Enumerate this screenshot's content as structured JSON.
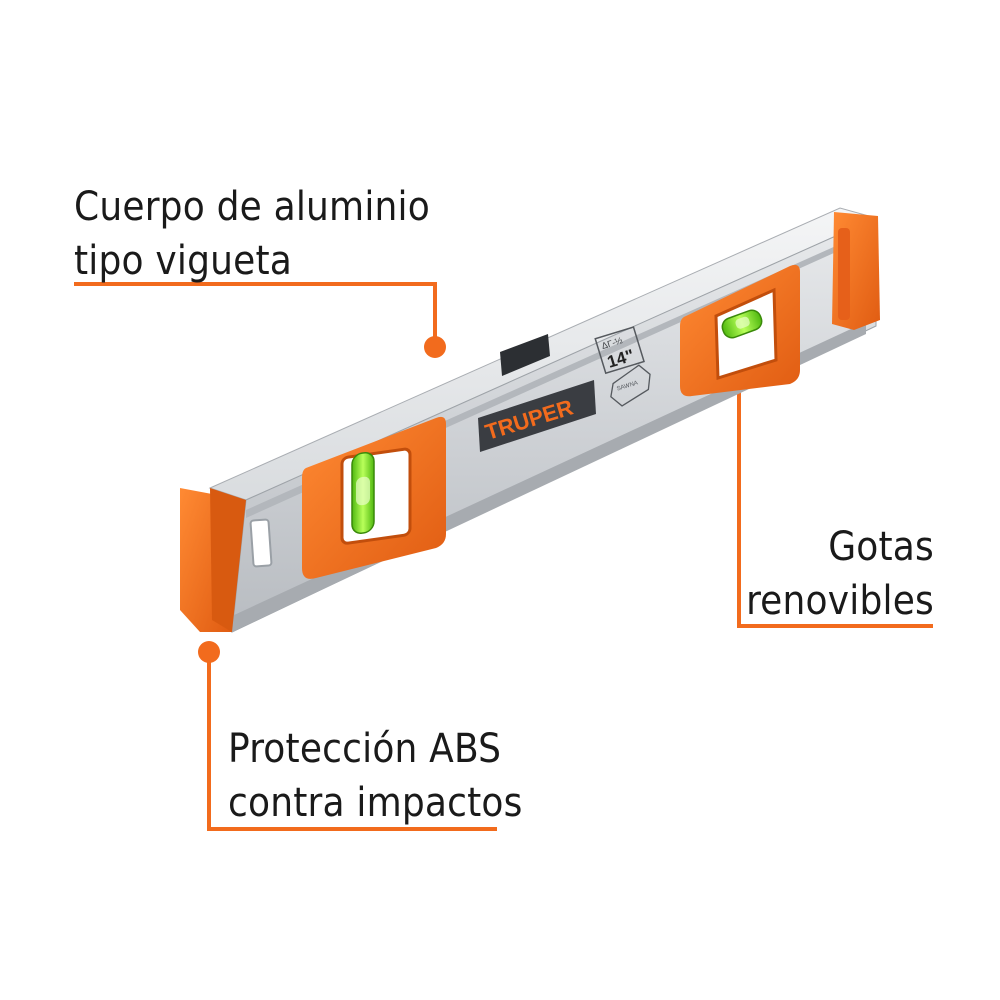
{
  "product": {
    "brand": "TRUPER",
    "size_top": "ΔΓ-½",
    "size_main": "14\"",
    "stamp": "SAWNA"
  },
  "callouts": {
    "body": {
      "line1": "Cuerpo de aluminio",
      "line2": "tipo vigueta"
    },
    "vials": {
      "line1": "Gotas",
      "line2": "renovibles"
    },
    "protection": {
      "line1": "Protección ABS",
      "line2": "contra impactos"
    }
  },
  "colors": {
    "accent": "#f26b1d",
    "abs_orange": "#f0731f",
    "aluminum": "#cfd2d6",
    "vial_green": "#7be02a",
    "text": "#1a1a1a"
  }
}
